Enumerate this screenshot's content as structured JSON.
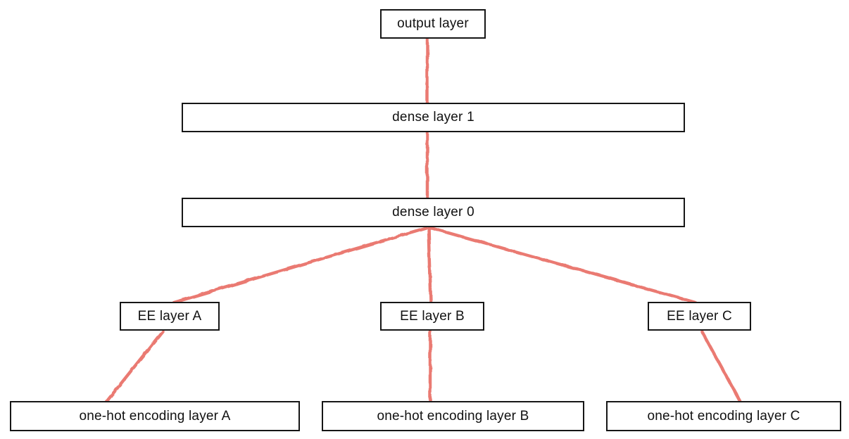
{
  "diagram": {
    "type": "neural-network-architecture",
    "edge_color": "#e8675f",
    "box_border_color": "#161616",
    "box_fill_color": "#ffffff",
    "nodes": {
      "output": {
        "label": "output layer"
      },
      "dense1": {
        "label": "dense layer 1"
      },
      "dense0": {
        "label": "dense layer 0"
      },
      "ee_a": {
        "label": "EE layer A"
      },
      "ee_b": {
        "label": "EE layer B"
      },
      "ee_c": {
        "label": "EE layer C"
      },
      "onehot_a": {
        "label": "one-hot encoding layer A"
      },
      "onehot_b": {
        "label": "one-hot encoding layer B"
      },
      "onehot_c": {
        "label": "one-hot encoding layer C"
      }
    },
    "edges": [
      {
        "from": "output layer",
        "to": "dense layer 1"
      },
      {
        "from": "dense layer 1",
        "to": "dense layer 0"
      },
      {
        "from": "dense layer 0",
        "to": "EE layer A"
      },
      {
        "from": "dense layer 0",
        "to": "EE layer B"
      },
      {
        "from": "dense layer 0",
        "to": "EE layer C"
      },
      {
        "from": "EE layer A",
        "to": "one-hot encoding layer A"
      },
      {
        "from": "EE layer B",
        "to": "one-hot encoding layer B"
      },
      {
        "from": "EE layer C",
        "to": "one-hot encoding layer C"
      }
    ]
  }
}
